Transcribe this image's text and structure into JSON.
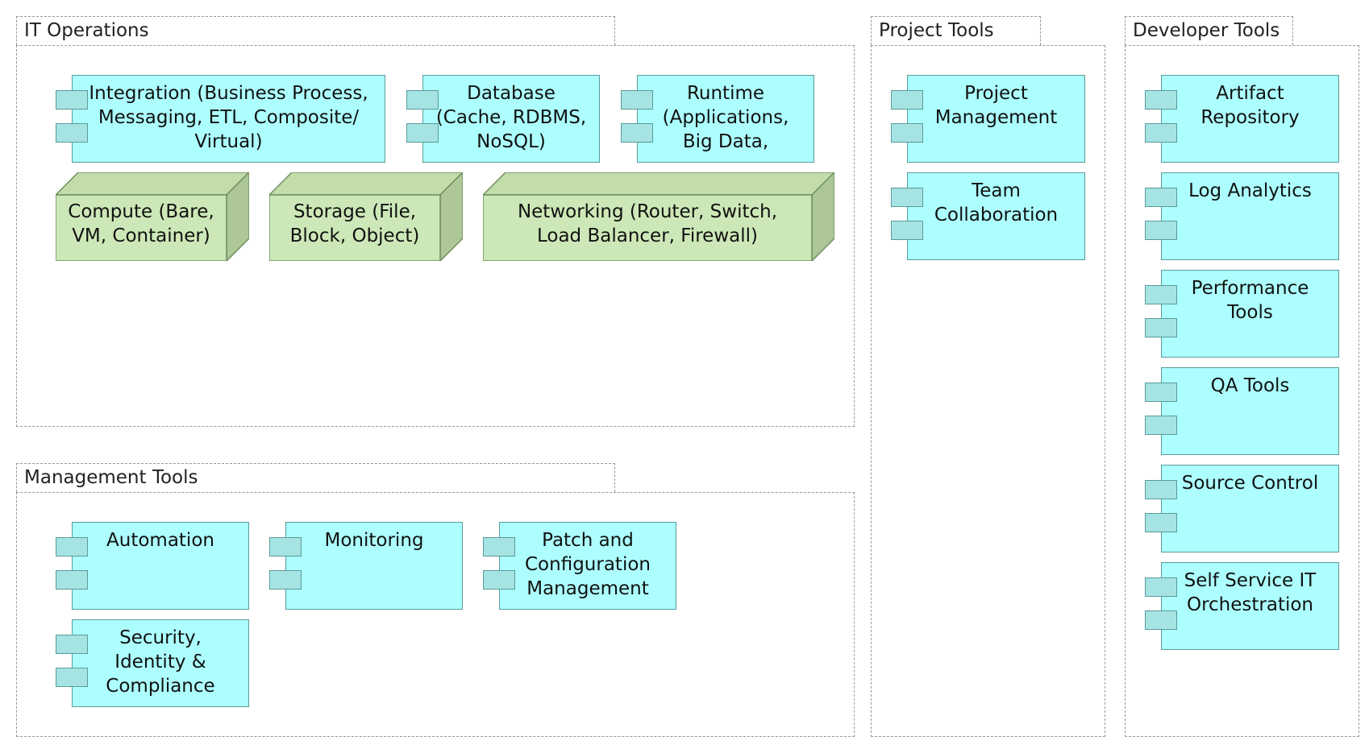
{
  "groups": {
    "it_operations": "IT Operations",
    "management_tools": "Management Tools",
    "project_tools": "Project Tools",
    "developer_tools": "Developer Tools"
  },
  "components": {
    "integration": "Integration (Business Process,\nMessaging, ETL, Composite/\nVirtual)",
    "database": "Database\n(Cache, RDBMS,\nNoSQL)",
    "runtime": "Runtime\n(Applications,\nBig Data,",
    "automation": "Automation",
    "monitoring": "Monitoring",
    "patch_config": "Patch and\nConfiguration\nManagement",
    "security": "Security,\nIdentity &\nCompliance",
    "project_management": "Project\nManagement",
    "team_collaboration": "Team\nCollaboration",
    "artifact_repository": "Artifact\nRepository",
    "log_analytics": "Log Analytics",
    "performance_tools": "Performance\nTools",
    "qa_tools": "QA Tools",
    "source_control": "Source Control",
    "self_service": "Self Service IT\nOrchestration"
  },
  "nodes": {
    "compute": "Compute (Bare,\nVM, Container)",
    "storage": "Storage (File,\nBlock, Object)",
    "networking": "Networking (Router, Switch,\nLoad Balancer, Firewall)"
  },
  "colors": {
    "component_fill": "#adffff",
    "component_border": "#5a9a9a",
    "node_fill": "#cde8b8",
    "node_border": "#6f8f5f",
    "group_border": "#9a9a9a"
  }
}
